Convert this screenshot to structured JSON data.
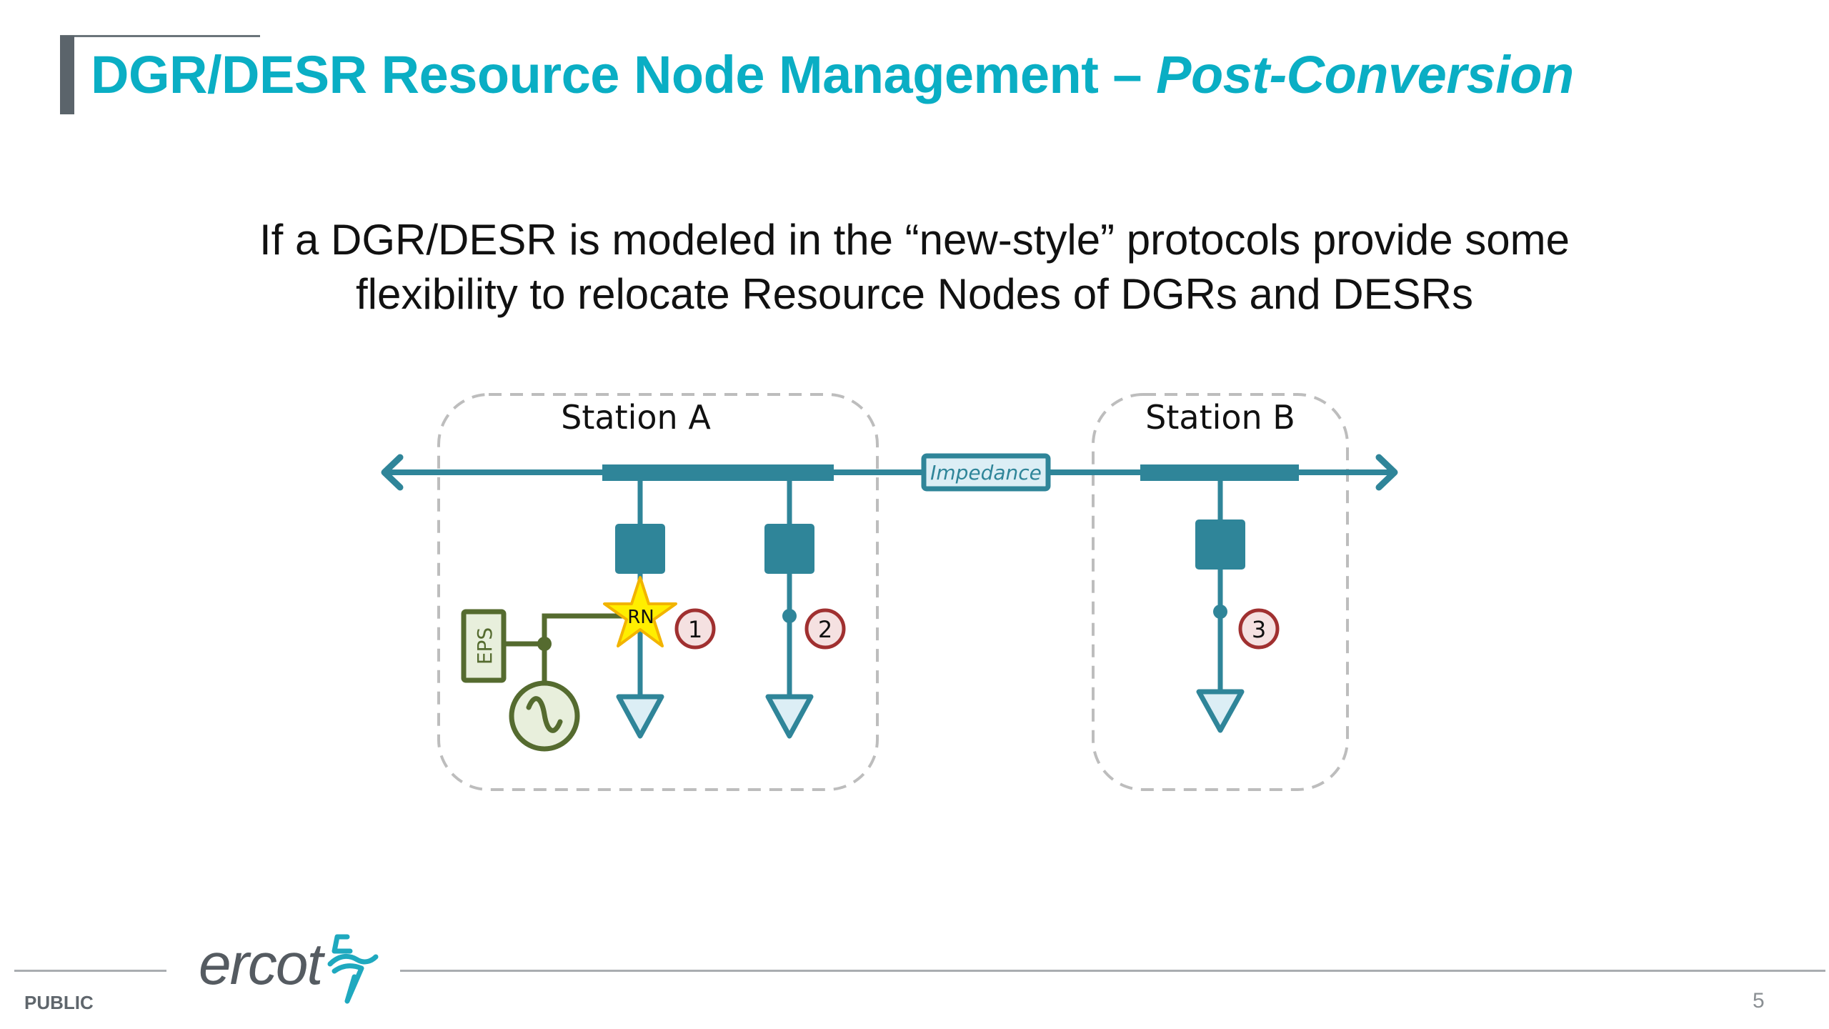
{
  "title": {
    "main": "DGR/DESR Resource Node Management – ",
    "italic": "Post-Conversion"
  },
  "subtitle": {
    "line1": "If a DGR/DESR is modeled in the “new-style” protocols provide some",
    "line2": "flexibility to relocate Resource Nodes of DGRs and DESRs"
  },
  "diagram": {
    "stations": [
      {
        "label": "Station A"
      },
      {
        "label": "Station B"
      }
    ],
    "impedance_label": "Impedance",
    "resource_node_label": "RN",
    "eps_label": "EPS",
    "generator_icon": "ac-generator-icon",
    "markers": [
      "1",
      "2",
      "3"
    ],
    "colors": {
      "line": "#2f8599",
      "generator": "#556b2f",
      "generator_fill": "#e8efdc",
      "star_fill": "#ffee00",
      "star_stroke": "#f2b400",
      "marker_stroke": "#a03030",
      "marker_fill": "#f5e1e1",
      "load_fill": "#dceef5",
      "station_border": "#bdbdbd"
    }
  },
  "footer": {
    "classification": "PUBLIC",
    "logo_text": "ercot",
    "page_number": "5"
  }
}
